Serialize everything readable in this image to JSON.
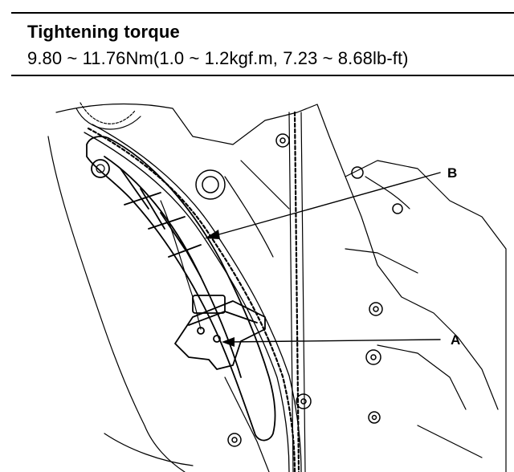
{
  "spec": {
    "title": "Tightening torque",
    "value": "9.80 ~ 11.76Nm(1.0 ~ 1.2kgf.m, 7.23 ~ 8.68lb-ft)"
  },
  "figure": {
    "callouts": [
      {
        "id": "B",
        "label": "B"
      },
      {
        "id": "A",
        "label": "A"
      }
    ]
  }
}
